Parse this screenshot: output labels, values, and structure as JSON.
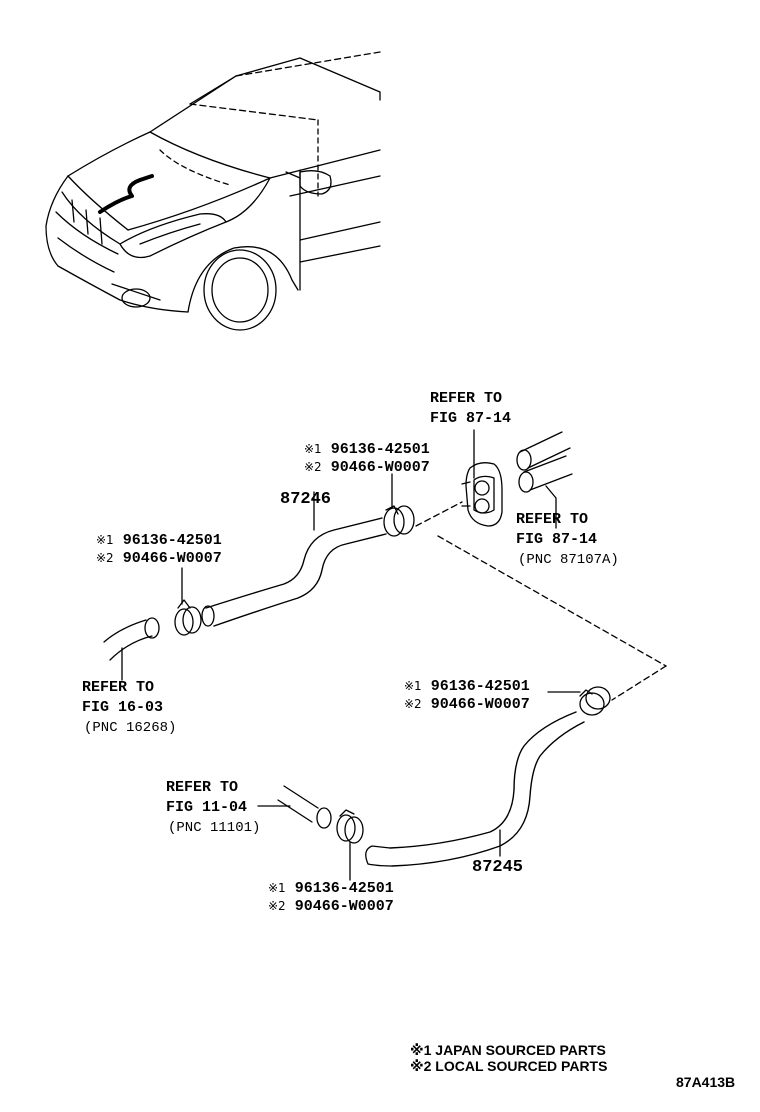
{
  "callouts": {
    "a": {
      "line1": "REFER TO",
      "line2": "FIG 87-14"
    },
    "b": {
      "line1": "REFER TO",
      "line2": "FIG 87-14",
      "line3": "(PNC 87107A)"
    },
    "c": {
      "line1": "REFER TO",
      "line2": "FIG 16-03",
      "line3": "(PNC 16268)"
    },
    "d": {
      "line1": "REFER TO",
      "line2": "FIG 11-04",
      "line3": "(PNC 11101)"
    }
  },
  "clamps": [
    {
      "mark1": "※1",
      "part1": "96136-42501",
      "mark2": "※2",
      "part2": "90466-W0007"
    },
    {
      "mark1": "※1",
      "part1": "96136-42501",
      "mark2": "※2",
      "part2": "90466-W0007"
    },
    {
      "mark1": "※1",
      "part1": "96136-42501",
      "mark2": "※2",
      "part2": "90466-W0007"
    },
    {
      "mark1": "※1",
      "part1": "96136-42501",
      "mark2": "※2",
      "part2": "90466-W0007"
    }
  ],
  "parts": {
    "upper_hose": "87246",
    "lower_hose": "87245"
  },
  "legend": [
    "※1 JAPAN SOURCED PARTS",
    "※2 LOCAL SOURCED PARTS"
  ],
  "figure_code": "87A413B"
}
